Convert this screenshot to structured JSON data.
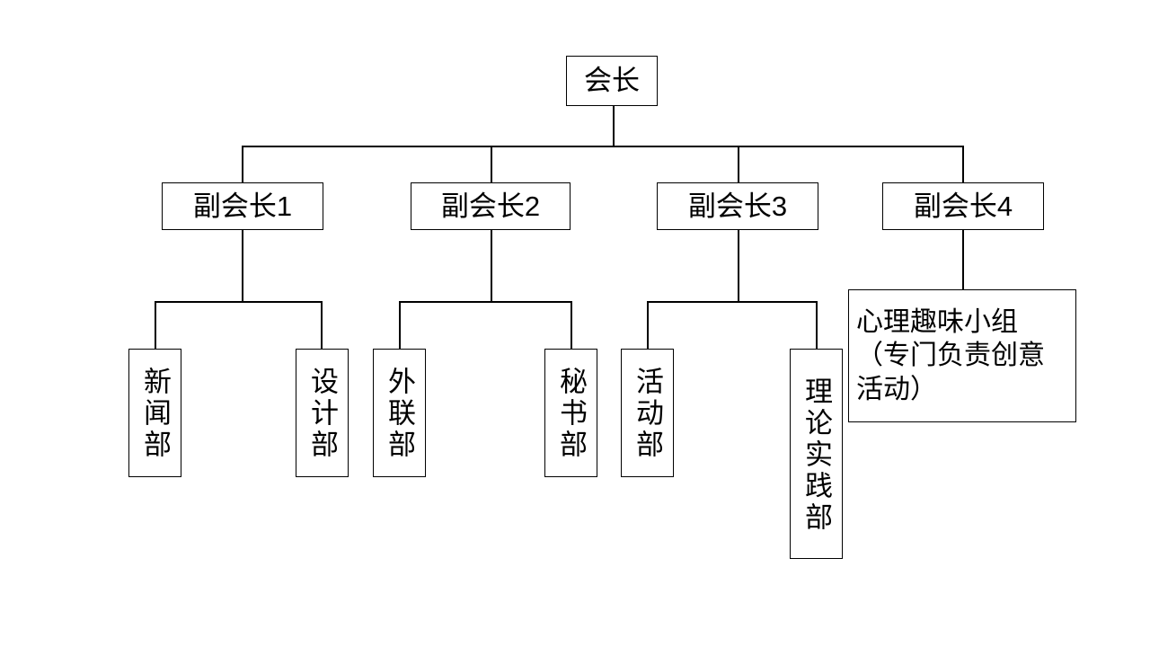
{
  "diagram": {
    "type": "organization-chart",
    "title_text": "",
    "background_color": "#ffffff",
    "line_color": "#000000",
    "text_color": "#000000",
    "orientation": "top-down",
    "levels": 3
  },
  "nodes": {
    "root": {
      "id": "president",
      "label": "会长",
      "level": 0
    },
    "vice_presidents": [
      {
        "id": "vice-president-1",
        "label": "副会长1",
        "level": 1
      },
      {
        "id": "vice-president-2",
        "label": "副会长2",
        "level": 1
      },
      {
        "id": "vice-president-3",
        "label": "副会长3",
        "level": 1
      },
      {
        "id": "vice-president-4",
        "label": "副会长4",
        "level": 1
      }
    ],
    "departments": [
      {
        "id": "news-department",
        "label": "新闻部",
        "parent": "vice-president-1",
        "level": 2,
        "text_direction": "vertical"
      },
      {
        "id": "design-department",
        "label": "设计部",
        "parent": "vice-president-1",
        "level": 2,
        "text_direction": "vertical"
      },
      {
        "id": "outreach-department",
        "label": "外联部",
        "parent": "vice-president-2",
        "level": 2,
        "text_direction": "vertical"
      },
      {
        "id": "secretary-department",
        "label": "秘书部",
        "parent": "vice-president-2",
        "level": 2,
        "text_direction": "vertical"
      },
      {
        "id": "activity-department",
        "label": "活动部",
        "parent": "vice-president-3",
        "level": 2,
        "text_direction": "vertical"
      },
      {
        "id": "theory-practice-department",
        "label": "理论实践部",
        "parent": "vice-president-3",
        "level": 2,
        "text_direction": "vertical"
      },
      {
        "id": "psychology-interest-group",
        "label": "心理趣味小组（专门负责创意活动）",
        "parent": "vice-president-4",
        "level": 2,
        "text_direction": "horizontal"
      }
    ]
  },
  "edges": [
    {
      "from": "president",
      "to": "vice-president-1"
    },
    {
      "from": "president",
      "to": "vice-president-2"
    },
    {
      "from": "president",
      "to": "vice-president-3"
    },
    {
      "from": "president",
      "to": "vice-president-4"
    },
    {
      "from": "vice-president-1",
      "to": "news-department"
    },
    {
      "from": "vice-president-1",
      "to": "design-department"
    },
    {
      "from": "vice-president-2",
      "to": "outreach-department"
    },
    {
      "from": "vice-president-2",
      "to": "secretary-department"
    },
    {
      "from": "vice-president-3",
      "to": "activity-department"
    },
    {
      "from": "vice-president-3",
      "to": "theory-practice-department"
    },
    {
      "from": "vice-president-4",
      "to": "psychology-interest-group"
    }
  ]
}
